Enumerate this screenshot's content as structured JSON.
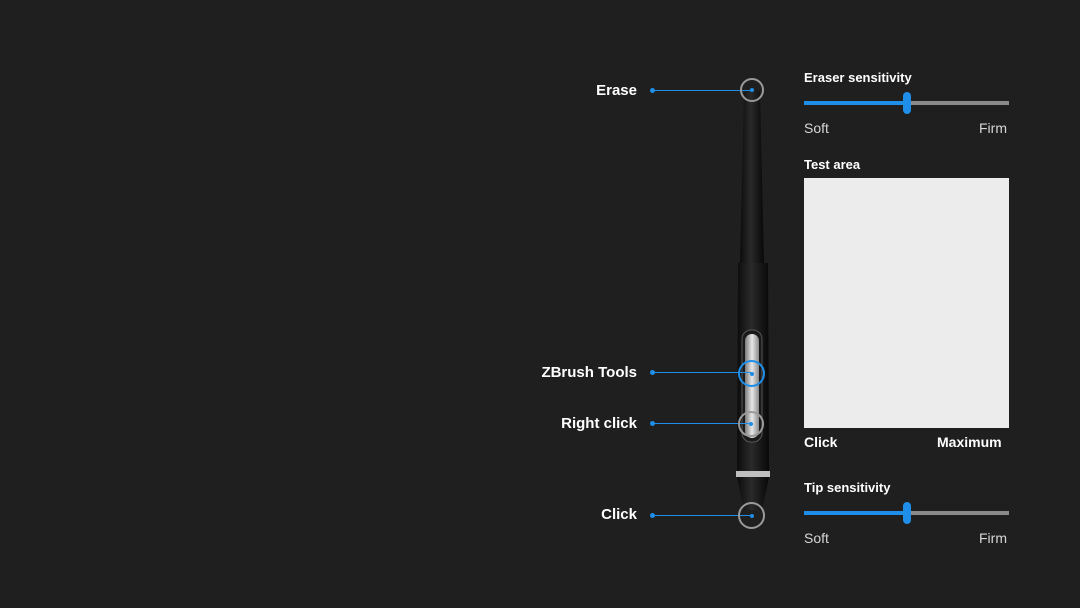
{
  "pen": {
    "buttons": [
      {
        "key": "erase",
        "label": "Erase"
      },
      {
        "key": "zbrush",
        "label": "ZBrush Tools"
      },
      {
        "key": "right_click",
        "label": "Right click"
      },
      {
        "key": "click",
        "label": "Click"
      }
    ]
  },
  "eraser_sensitivity": {
    "title": "Eraser sensitivity",
    "min_label": "Soft",
    "max_label": "Firm",
    "value_percent": 50
  },
  "test_area": {
    "title": "Test area",
    "min_label": "Click",
    "max_label": "Maximum"
  },
  "tip_sensitivity": {
    "title": "Tip sensitivity",
    "min_label": "Soft",
    "max_label": "Firm",
    "value_percent": 50
  },
  "colors": {
    "background": "#1f1f1f",
    "accent": "#1e8ee8",
    "track": "#8a8a8a",
    "test_area": "#ececec"
  }
}
